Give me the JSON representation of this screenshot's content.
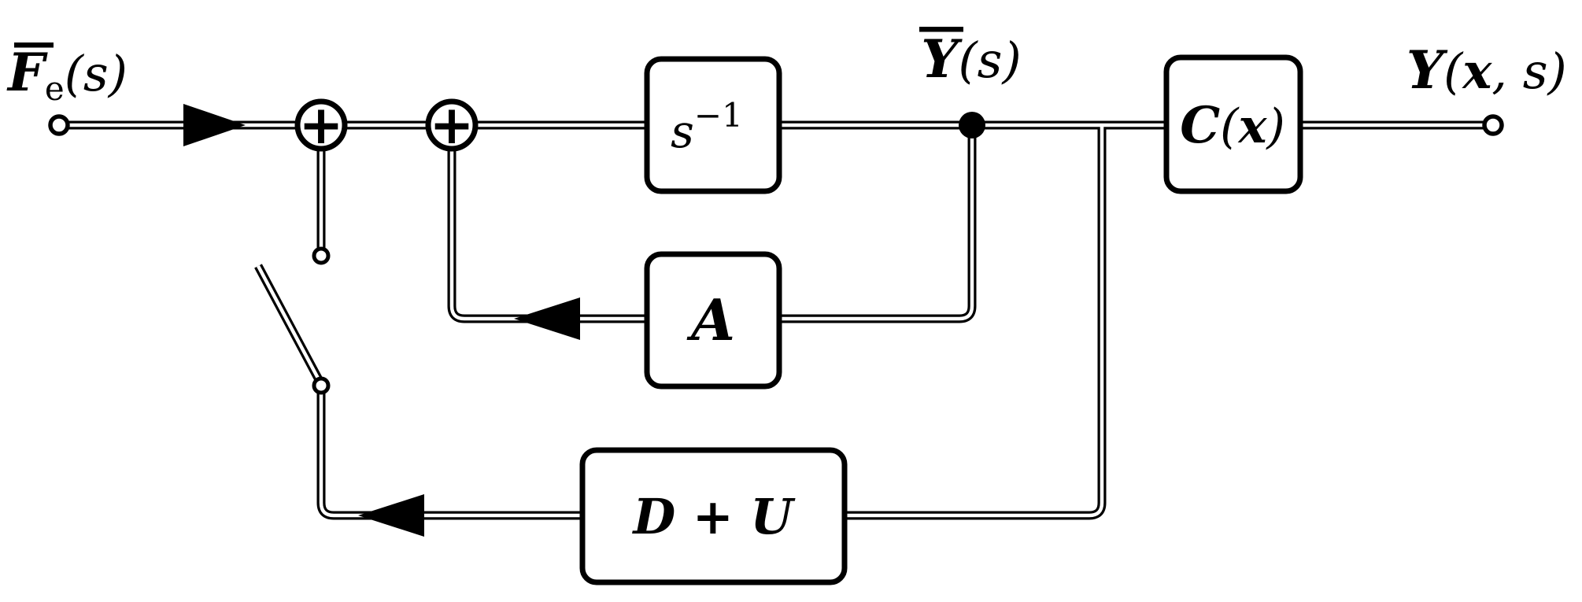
{
  "meta": {
    "type": "control-block-diagram",
    "description": "Feedback block diagram: input through two summing junctions into an integrator, output operator, with A-feedback and (D+U)-feedback through an open switch",
    "background_color": "#ffffff",
    "ink_color": "#000000",
    "line_style": "double"
  },
  "labels": {
    "input": {
      "symbol": "F",
      "has_overbar": true,
      "subscript": "e",
      "args": "(s)"
    },
    "state": {
      "symbol": "Y",
      "has_overbar": true,
      "args": "(s)"
    },
    "output": {
      "symbol": "Y",
      "open_paren": "(",
      "variable": "x",
      "rest": ", s)"
    }
  },
  "blocks": {
    "integrator": {
      "base": "s",
      "superscript": "−1"
    },
    "feedback_A": {
      "label": "A",
      "style": "calligraphic"
    },
    "output_operator": {
      "symbol": "C",
      "open_paren": "(",
      "variable": "x",
      "close_paren": ")",
      "style": "calligraphic"
    },
    "damping_inertia": {
      "label": "D + U",
      "style": "calligraphic"
    }
  },
  "junctions": {
    "sum1": "+",
    "sum2": "+"
  },
  "switch": {
    "state": "open"
  }
}
